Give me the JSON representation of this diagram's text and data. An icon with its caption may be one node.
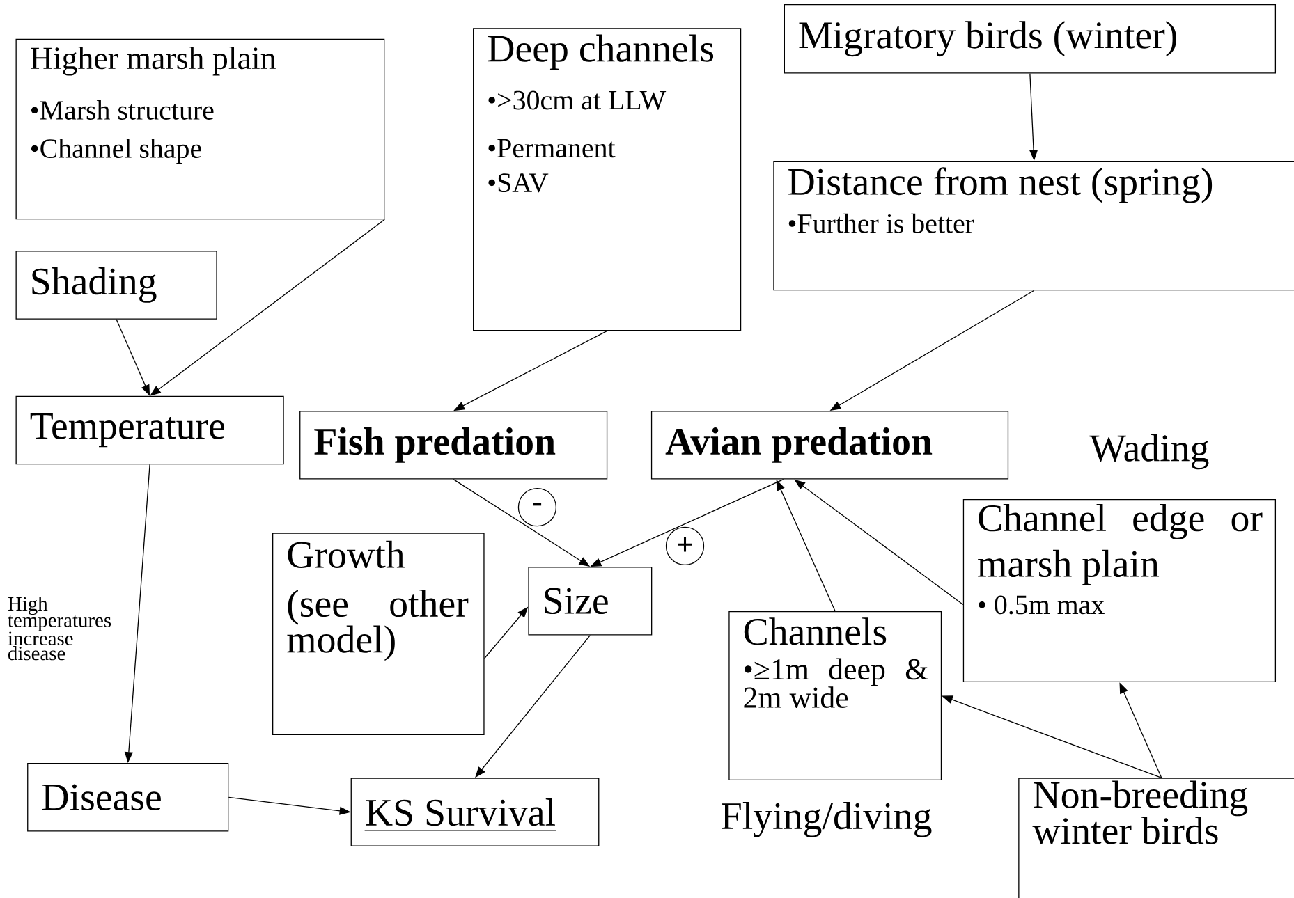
{
  "diagram": {
    "nodes": [
      {
        "text": [
          "Higher marsh plain",
          "•Marsh structure",
          "•Channel shape"
        ]
      },
      {
        "text": [
          "Deep channels",
          "•>30cm at LLW",
          "•Permanent",
          "•SAV"
        ]
      },
      {
        "text": [
          "Migratory birds (winter)"
        ]
      },
      {
        "text": [
          "Shading"
        ]
      },
      {
        "text": [
          "Distance from nest (spring)",
          "•Further is better"
        ]
      },
      {
        "text": [
          "Temperature"
        ]
      },
      {
        "text": [
          "Fish predation"
        ]
      },
      {
        "text": [
          "Avian predation"
        ]
      },
      {
        "text": [
          "Channel edge or marsh plain",
          "• 0.5m max"
        ],
        "beside": [
          "Wading"
        ]
      },
      {
        "text": [
          "Growth",
          "(see other model)"
        ]
      },
      {
        "text": [
          "Size"
        ]
      },
      {
        "text": [
          "Channels",
          "•≥1m deep & 2m wide"
        ],
        "beside": [
          "Flying/diving"
        ]
      },
      {
        "text": [
          "Disease"
        ]
      },
      {
        "text": [
          "KS Survival"
        ]
      },
      {
        "text": [
          "Non-breeding winter birds"
        ]
      }
    ],
    "edges": [
      {
        "from": 0,
        "to": 5,
        "arrow": "to"
      },
      {
        "from": 3,
        "to": 5,
        "arrow": "to"
      },
      {
        "from": 2,
        "to": 4,
        "arrow": "to"
      },
      {
        "from": 1,
        "to": 6,
        "arrow": "to"
      },
      {
        "from": 4,
        "to": 7,
        "arrow": "to"
      },
      {
        "from": 6,
        "to": 10,
        "arrow": "to",
        "label": "-"
      },
      {
        "from": 7,
        "to": 10,
        "arrow": "to",
        "label": "+"
      },
      {
        "from": 9,
        "to": 10,
        "arrow": "to"
      },
      {
        "from": 10,
        "to": 13,
        "arrow": "to"
      },
      {
        "from": 5,
        "to": 12,
        "arrow": "to",
        "label": "High temperatures increase disease"
      },
      {
        "from": 12,
        "to": 13,
        "arrow": "to"
      },
      {
        "from": 11,
        "to": 7,
        "arrow": "to"
      },
      {
        "from": 8,
        "to": 7,
        "arrow": "to"
      },
      {
        "from": 14,
        "to": 11,
        "arrow": "to"
      },
      {
        "from": 14,
        "to": 8,
        "arrow": "to"
      }
    ]
  }
}
